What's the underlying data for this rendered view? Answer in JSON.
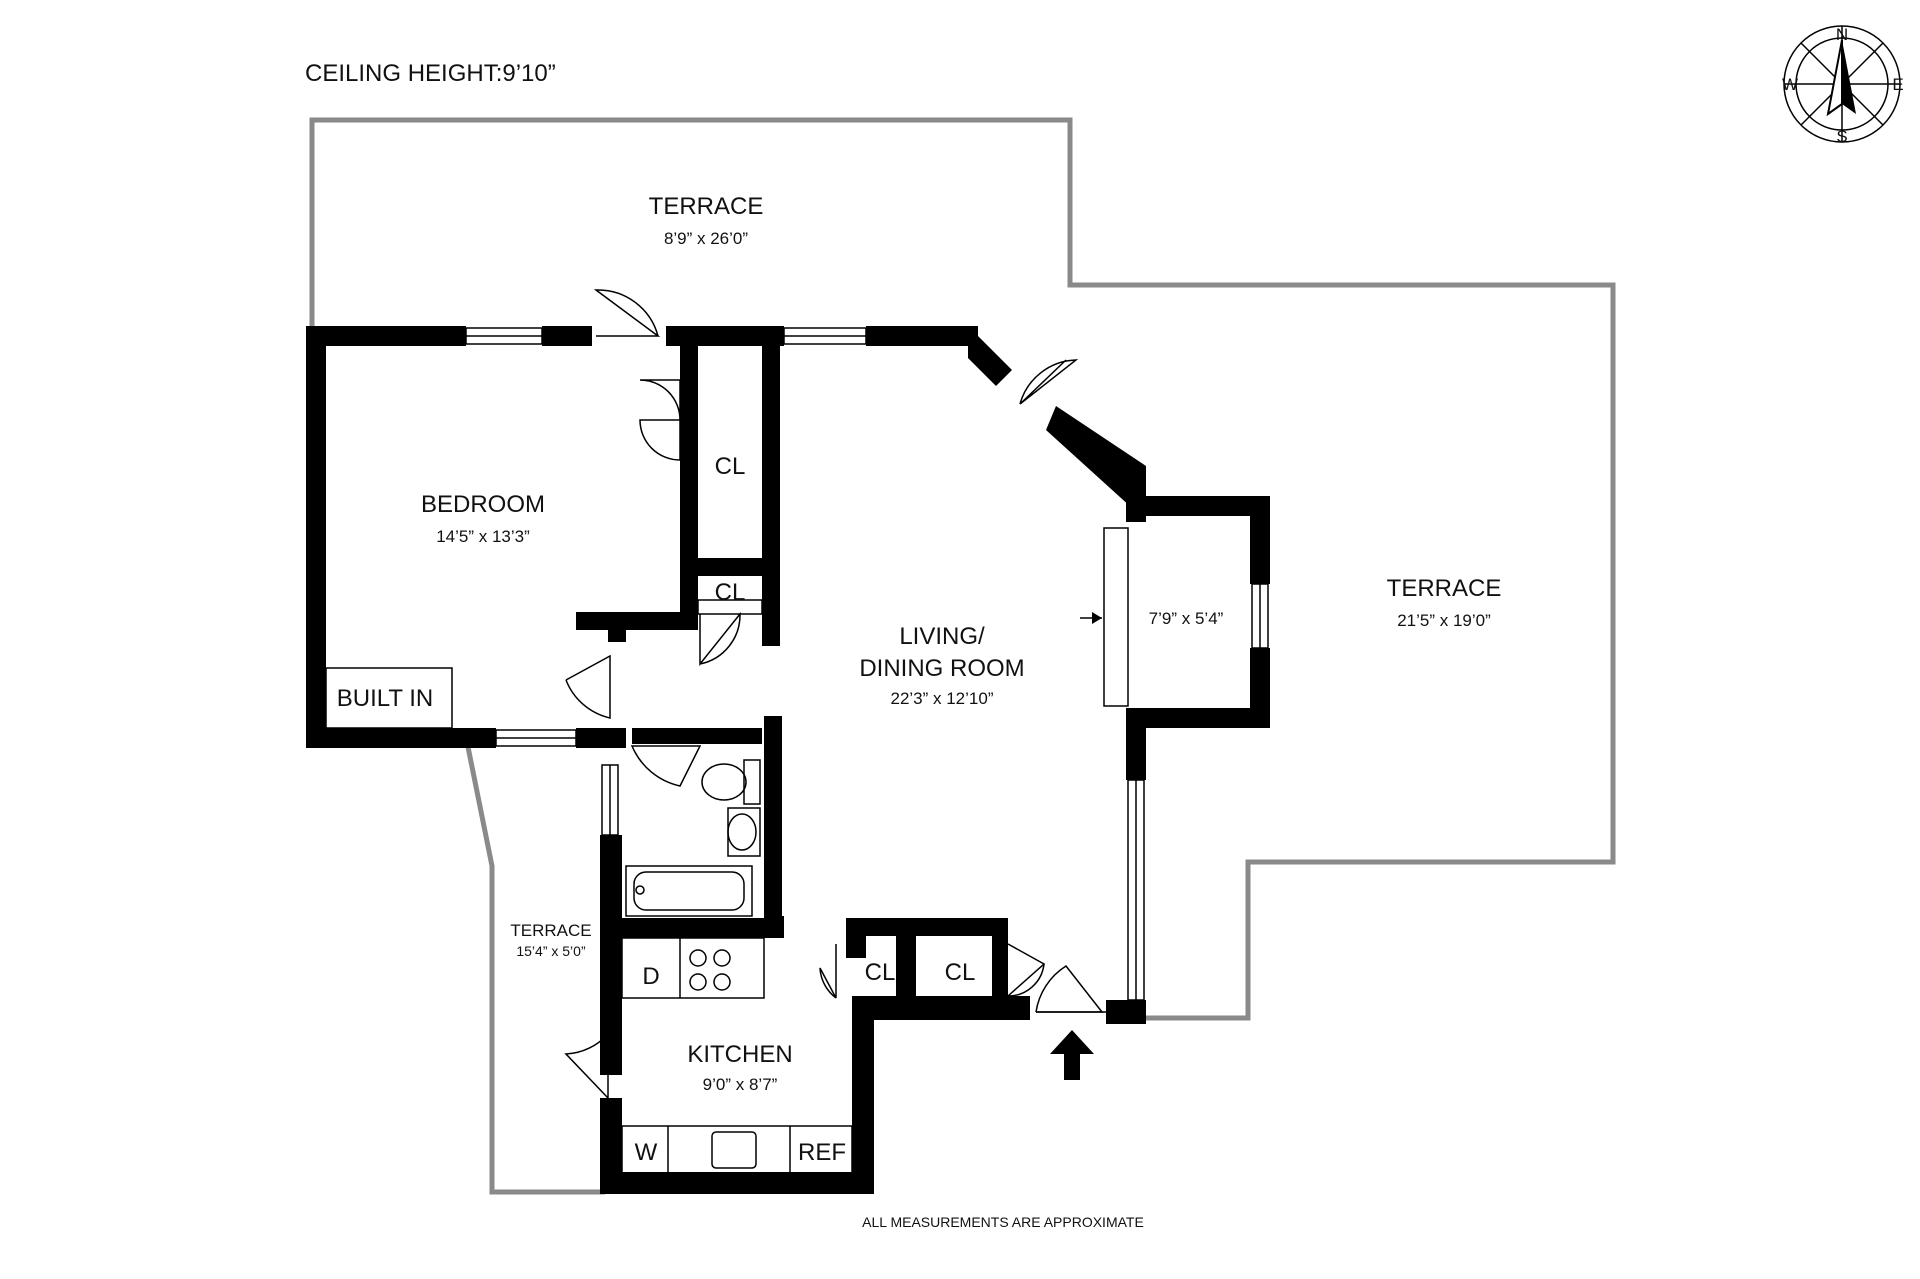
{
  "header": {
    "ceiling_height": "CEILING HEIGHT:9’10”"
  },
  "footer": {
    "note": "ALL MEASUREMENTS ARE APPROXIMATE"
  },
  "compass": {
    "north": "N",
    "east": "E",
    "south": "S",
    "west": "W"
  },
  "rooms": {
    "terrace_north": {
      "name": "TERRACE",
      "dims": "8’9” x 26’0”"
    },
    "terrace_east": {
      "name": "TERRACE",
      "dims": "21’5” x 19’0”"
    },
    "terrace_west": {
      "name": "TERRACE",
      "dims": "15’4” x 5’0”"
    },
    "bedroom": {
      "name": "BEDROOM",
      "dims": "14’5” x 13’3”"
    },
    "living": {
      "name_line1": "LIVING/",
      "name_line2": "DINING ROOM",
      "dims": "22’3” x 12’10”"
    },
    "alcove": {
      "dims": "7’9” x 5’4”"
    },
    "kitchen": {
      "name": "KITCHEN",
      "dims": "9’0” x 8’7”"
    }
  },
  "fixtures": {
    "closet_label": "CL",
    "built_in": "BUILT IN",
    "dishwasher": "D",
    "washer": "W",
    "refrigerator": "REF"
  },
  "colors": {
    "wall": "#000000",
    "terrace_outline": "#8a8a8a",
    "background": "#ffffff"
  }
}
